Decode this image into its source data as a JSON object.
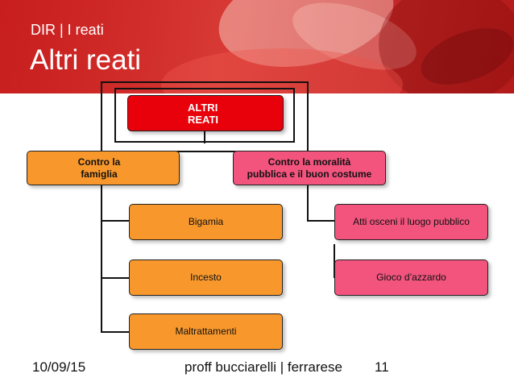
{
  "header": {
    "kicker": "DIR | I reati",
    "title": "Altri reati"
  },
  "nodes": {
    "root": "ALTRI\nREATI",
    "famiglia": "Contro la\nfamiglia",
    "moralita": "Contro la moralità\npubblica e il buon costume",
    "bigamia": "Bigamia",
    "incesto": "Incesto",
    "maltrattamenti": "Maltrattamenti",
    "atti_osceni": "Atti osceni il luogo pubblico",
    "gioco": "Gioco d’azzardo"
  },
  "footer": {
    "date": "10/09/15",
    "authors": "proff bucciarelli | ferrarese",
    "page": "11"
  },
  "colors": {
    "root": "#e8000a",
    "famiglia": "#f8982c",
    "moralita": "#f2547e",
    "banner": "#c81e1e"
  }
}
